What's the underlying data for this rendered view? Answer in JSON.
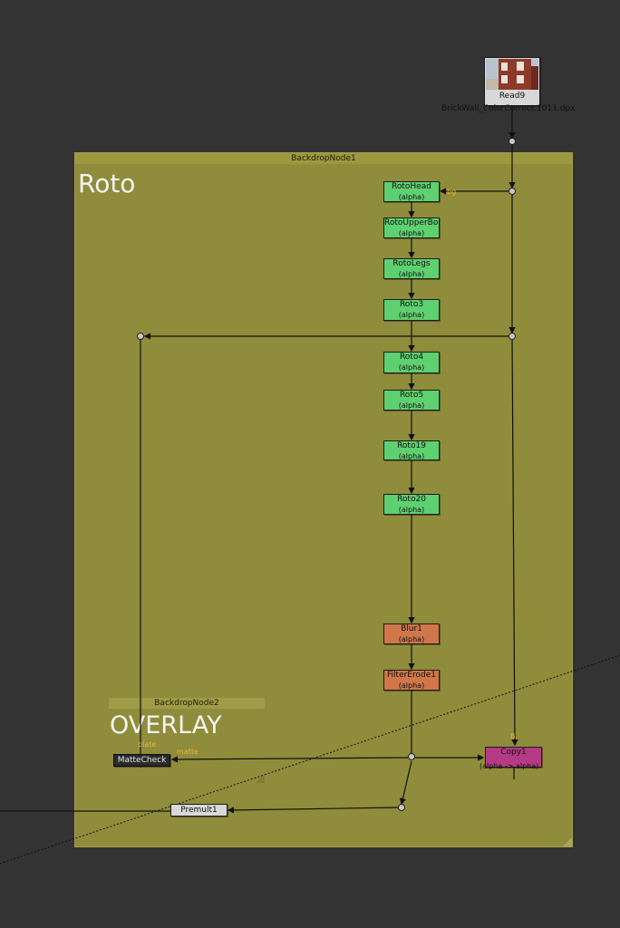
{
  "colors": {
    "canvas": "#333333",
    "backdrop": "#8f8c3b",
    "roto_node": "#5fd070",
    "filter_node": "#d0774a",
    "copy_node": "#b53a86",
    "pipe": "#111111"
  },
  "read_node": {
    "name": "Read9",
    "file": "BrickWall_ColorCorrect.1011.dpx"
  },
  "backdrop_roto": {
    "title": "BackdropNode1",
    "label": "Roto"
  },
  "backdrop_overlay": {
    "title": "BackdropNode2",
    "label": "OVERLAY"
  },
  "roto_nodes": [
    {
      "name": "RotoHead",
      "sub": "(alpha)"
    },
    {
      "name": "RotoUpperBody",
      "sub": "(alpha)"
    },
    {
      "name": "RotoLegs",
      "sub": "(alpha)"
    },
    {
      "name": "Roto3",
      "sub": "(alpha)"
    },
    {
      "name": "Roto4",
      "sub": "(alpha)"
    },
    {
      "name": "Roto5",
      "sub": "(alpha)"
    },
    {
      "name": "Roto19",
      "sub": "(alpha)"
    },
    {
      "name": "Roto20",
      "sub": "(alpha)"
    }
  ],
  "filter_nodes": [
    {
      "name": "Blur1",
      "sub": "(alpha)"
    },
    {
      "name": "FilterErode1",
      "sub": "(alpha)"
    }
  ],
  "copy_node": {
    "name": "Copy1",
    "sub": "(alpha -> alpha)"
  },
  "mattecheck_node": {
    "name": "MatteCheck"
  },
  "premult_node": {
    "name": "Premult1"
  },
  "pins": {
    "bg": "bg",
    "plate": "plate",
    "matte": "matte",
    "b": "B"
  }
}
